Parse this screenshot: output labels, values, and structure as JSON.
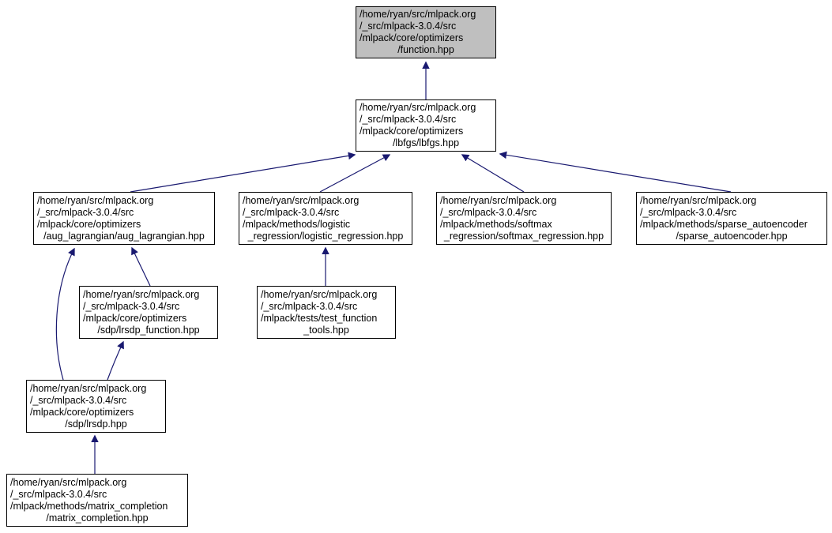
{
  "diagram": {
    "type": "include-dependency-graph",
    "edge_color": "#191970",
    "highlight_fill": "#bfbfbf",
    "node_fill": "#ffffff",
    "node_border": "#000000"
  },
  "nodes": [
    {
      "id": "function_hpp",
      "lines": [
        "/home/ryan/src/mlpack.org",
        "/_src/mlpack-3.0.4/src",
        "/mlpack/core/optimizers",
        "/function.hpp"
      ]
    },
    {
      "id": "lbfgs_hpp",
      "lines": [
        "/home/ryan/src/mlpack.org",
        "/_src/mlpack-3.0.4/src",
        "/mlpack/core/optimizers",
        "/lbfgs/lbfgs.hpp"
      ]
    },
    {
      "id": "aug_lagrangian_hpp",
      "lines": [
        "/home/ryan/src/mlpack.org",
        "/_src/mlpack-3.0.4/src",
        "/mlpack/core/optimizers",
        "/aug_lagrangian/aug_lagrangian.hpp"
      ]
    },
    {
      "id": "logistic_regression_hpp",
      "lines": [
        "/home/ryan/src/mlpack.org",
        "/_src/mlpack-3.0.4/src",
        "/mlpack/methods/logistic",
        "_regression/logistic_regression.hpp"
      ]
    },
    {
      "id": "softmax_regression_hpp",
      "lines": [
        "/home/ryan/src/mlpack.org",
        "/_src/mlpack-3.0.4/src",
        "/mlpack/methods/softmax",
        "_regression/softmax_regression.hpp"
      ]
    },
    {
      "id": "sparse_autoencoder_hpp",
      "lines": [
        "/home/ryan/src/mlpack.org",
        "/_src/mlpack-3.0.4/src",
        "/mlpack/methods/sparse_autoencoder",
        "/sparse_autoencoder.hpp"
      ]
    },
    {
      "id": "lrsdp_function_hpp",
      "lines": [
        "/home/ryan/src/mlpack.org",
        "/_src/mlpack-3.0.4/src",
        "/mlpack/core/optimizers",
        "/sdp/lrsdp_function.hpp"
      ]
    },
    {
      "id": "test_function_tools_hpp",
      "lines": [
        "/home/ryan/src/mlpack.org",
        "/_src/mlpack-3.0.4/src",
        "/mlpack/tests/test_function",
        "_tools.hpp"
      ]
    },
    {
      "id": "lrsdp_hpp",
      "lines": [
        "/home/ryan/src/mlpack.org",
        "/_src/mlpack-3.0.4/src",
        "/mlpack/core/optimizers",
        "/sdp/lrsdp.hpp"
      ]
    },
    {
      "id": "matrix_completion_hpp",
      "lines": [
        "/home/ryan/src/mlpack.org",
        "/_src/mlpack-3.0.4/src",
        "/mlpack/methods/matrix_completion",
        "/matrix_completion.hpp"
      ]
    }
  ],
  "edges": [
    {
      "from": "lbfgs_hpp",
      "to": "function_hpp"
    },
    {
      "from": "aug_lagrangian_hpp",
      "to": "lbfgs_hpp"
    },
    {
      "from": "logistic_regression_hpp",
      "to": "lbfgs_hpp"
    },
    {
      "from": "softmax_regression_hpp",
      "to": "lbfgs_hpp"
    },
    {
      "from": "sparse_autoencoder_hpp",
      "to": "lbfgs_hpp"
    },
    {
      "from": "lrsdp_function_hpp",
      "to": "aug_lagrangian_hpp"
    },
    {
      "from": "test_function_tools_hpp",
      "to": "logistic_regression_hpp"
    },
    {
      "from": "lrsdp_hpp",
      "to": "aug_lagrangian_hpp"
    },
    {
      "from": "lrsdp_hpp",
      "to": "lrsdp_function_hpp"
    },
    {
      "from": "matrix_completion_hpp",
      "to": "lrsdp_hpp"
    }
  ]
}
